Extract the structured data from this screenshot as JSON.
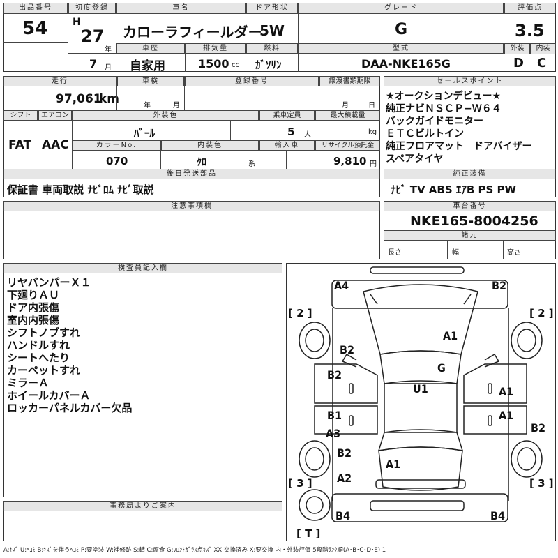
{
  "header": {
    "lot_no_label": "出品番号",
    "lot_no": "54",
    "first_reg_label": "初度登録",
    "era": "H",
    "year": "27",
    "year_unit": "年",
    "month": "7",
    "month_unit": "月",
    "model_label": "車名",
    "model": "カローラフィールダー",
    "door_label": "ドア形状",
    "door": "5W",
    "grade_label": "グレード",
    "grade": "G",
    "score_label": "評価点",
    "score": "3.5",
    "ext_label": "外装",
    "ext": "D",
    "int_label": "内装",
    "int": "C",
    "history_label": "車歴",
    "history": "自家用",
    "disp_label": "排気量",
    "disp": "1500",
    "disp_unit": "cc",
    "fuel_label": "燃料",
    "fuel": "ｶﾞｿﾘﾝ",
    "type_label": "型式",
    "type": "DAA-NKE165G"
  },
  "row2": {
    "mileage_label": "走行",
    "mileage": "97,061",
    "mileage_unit": "km",
    "inspection_label": "車検",
    "year_unit": "年",
    "month_unit": "月",
    "reg_label": "登録番号",
    "deadline_label": "譲渡書類期限",
    "day_unit": "日",
    "shift_label": "シフト",
    "shift": "FAT",
    "ac_label": "エアコン",
    "ac": "AAC",
    "color_label": "外装色",
    "color": "ﾊﾟｰﾙ",
    "cap_label": "乗車定員",
    "cap": "5",
    "cap_unit": "人",
    "load_label": "最大積載量",
    "load_unit": "kg",
    "color_no_label": "カラーNo.",
    "color_no": "070",
    "int_color_label": "内装色",
    "int_color": "ｸﾛ",
    "int_color_unit": "系",
    "import_label": "輸入車",
    "recycle_label": "リサイクル預託金",
    "recycle": "9,810",
    "recycle_unit": "円",
    "later_label": "後日発送部品",
    "later": "保証書 車両取説 ﾅﾋﾞﾛﾑ ﾅﾋﾞ取説"
  },
  "sales": {
    "label": "セールスポイント",
    "lines": [
      "★オークションデビュー★",
      "純正ナビＮＳＣＰ−Ｗ６４",
      "バックガイドモニター",
      "ＥＴＣビルトイン",
      "純正フロアマット　ドアバイザー",
      "スペアタイヤ"
    ]
  },
  "equipment": {
    "label": "純正装備",
    "value": "ﾅﾋﾞ TV ABS ｴｱB PS PW"
  },
  "chassis": {
    "label": "車台番号",
    "value": "NKE165-8004256"
  },
  "specs": {
    "label": "諸元",
    "length": "長さ",
    "width": "幅",
    "height": "高さ"
  },
  "caution": {
    "label": "注意事項欄"
  },
  "inspector": {
    "label": "検査員記入欄",
    "lines": [
      "リヤバンパーＸ１",
      "下廻りＡＵ",
      "ドア内張傷",
      "室内内張傷",
      "シフトノブすれ",
      "ハンドルすれ",
      "シートへたり",
      "カーペットすれ",
      "ミラーＡ",
      "ホイールカバーＡ",
      "ロッカーパネルカバー欠品"
    ]
  },
  "office": {
    "label": "事務局よりご案内"
  },
  "diagram": {
    "marks": {
      "a4": "A4",
      "b2_tr": "B2",
      "a1_hood": "A1",
      "b2_lf": "B2",
      "g": "G",
      "u1": "U1",
      "b2_ld": "B2",
      "a1_rd": "A1",
      "b1": "B1",
      "a1_rr": "A1",
      "a3": "A3",
      "b2_rq": "B2",
      "b2_lr": "B2",
      "a1_trunk": "A1",
      "a2": "A2",
      "b4_l": "B4",
      "b4_r": "B4"
    },
    "brackets": {
      "tl": "[ 2 ]",
      "tr": "[ 2 ]",
      "bl": "[ 3 ]",
      "br": "[ 3 ]",
      "t": "[ T ]"
    }
  },
  "legend": "A:ｷｽﾞ U:ﾍｺﾐ B:ｷｽﾞを伴うﾍｺﾐ P:要塗装 W:補修跡 S:錆 C:腐食 G:ﾌﾛﾝﾄｶﾞﾗｽ点ｷｽﾞ XX:交換済み X:要交換 内・外装評価 5段階ﾗﾝｸ順(A･B･C･D･E) 1"
}
